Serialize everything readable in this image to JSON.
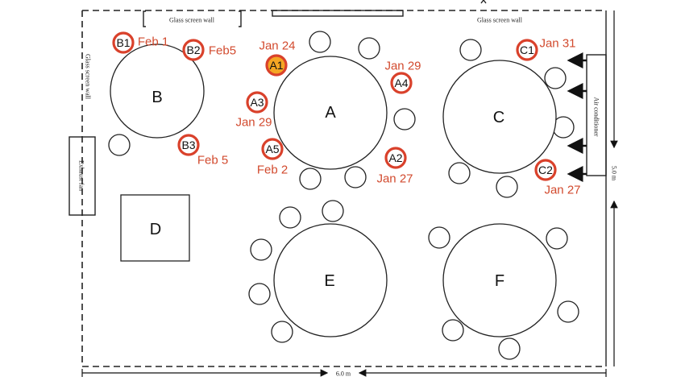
{
  "labels": {
    "glass_wall_top_left": "Glass screen wall",
    "glass_wall_top_right": "Glass screen wall",
    "glass_wall_left": "Glass screen wall",
    "exhaust_fan": "Exhaust fan",
    "air_conditioner": "Air conditioner",
    "width_dim": "6.0 m",
    "height_dim": "5.0 m"
  },
  "tables": {
    "A": "A",
    "B": "B",
    "C": "C",
    "D": "D",
    "E": "E",
    "F": "F"
  },
  "seats": [
    {
      "id": "B1",
      "date": "Feb 1",
      "highlight": false
    },
    {
      "id": "B2",
      "date": "Feb5",
      "highlight": false
    },
    {
      "id": "B3",
      "date": "Feb 5",
      "highlight": false
    },
    {
      "id": "A1",
      "date": "Jan 24",
      "highlight": true
    },
    {
      "id": "A3",
      "date": "Jan 29",
      "highlight": false
    },
    {
      "id": "A5",
      "date": "Feb 2",
      "highlight": false
    },
    {
      "id": "A4",
      "date": "Jan 29",
      "highlight": false
    },
    {
      "id": "A2",
      "date": "Jan 27",
      "highlight": false
    },
    {
      "id": "C1",
      "date": "Jan 31",
      "highlight": false
    },
    {
      "id": "C2",
      "date": "Jan 27",
      "highlight": false
    }
  ],
  "colors": {
    "badge": "#d9412b",
    "highlight": "#f5a623",
    "date": "#d24a2e"
  }
}
